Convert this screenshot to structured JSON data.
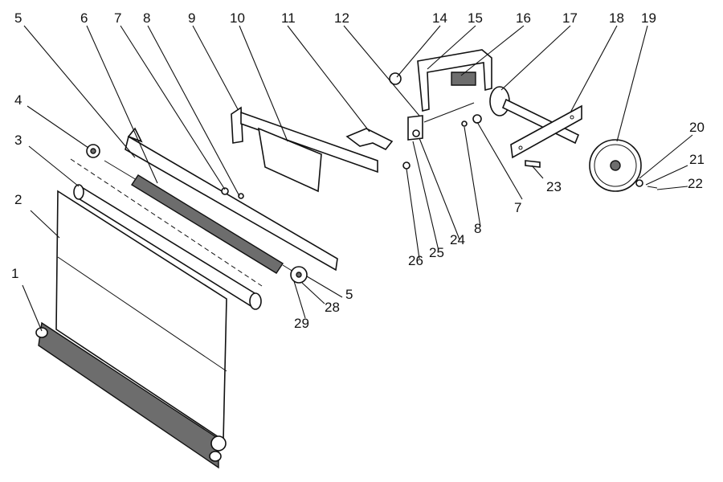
{
  "labels": [
    {
      "id": "1",
      "text": "1"
    },
    {
      "id": "2",
      "text": "2"
    },
    {
      "id": "3",
      "text": "3"
    },
    {
      "id": "4",
      "text": "4"
    },
    {
      "id": "5a",
      "text": "5"
    },
    {
      "id": "5b",
      "text": "5"
    },
    {
      "id": "6",
      "text": "6"
    },
    {
      "id": "7a",
      "text": "7"
    },
    {
      "id": "7b",
      "text": "7"
    },
    {
      "id": "8a",
      "text": "8"
    },
    {
      "id": "8b",
      "text": "8"
    },
    {
      "id": "9",
      "text": "9"
    },
    {
      "id": "10",
      "text": "10"
    },
    {
      "id": "11",
      "text": "11"
    },
    {
      "id": "12",
      "text": "12"
    },
    {
      "id": "14",
      "text": "14"
    },
    {
      "id": "15",
      "text": "15"
    },
    {
      "id": "16",
      "text": "16"
    },
    {
      "id": "17",
      "text": "17"
    },
    {
      "id": "18",
      "text": "18"
    },
    {
      "id": "19",
      "text": "19"
    },
    {
      "id": "20",
      "text": "20"
    },
    {
      "id": "21",
      "text": "21"
    },
    {
      "id": "22",
      "text": "22"
    },
    {
      "id": "23",
      "text": "23"
    },
    {
      "id": "24",
      "text": "24"
    },
    {
      "id": "25",
      "text": "25"
    },
    {
      "id": "26",
      "text": "26"
    },
    {
      "id": "28",
      "text": "28"
    },
    {
      "id": "29",
      "text": "29"
    }
  ]
}
